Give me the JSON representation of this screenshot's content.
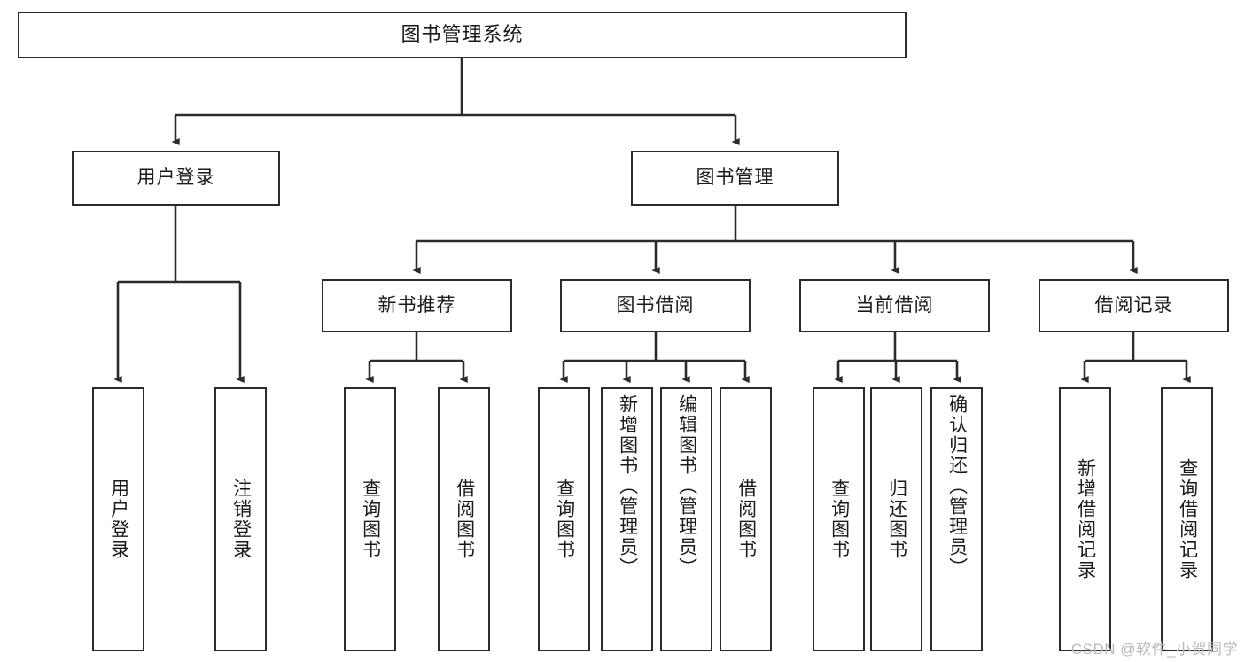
{
  "diagram": {
    "title": "图书管理系统",
    "type": "tree-hierarchy-diagram",
    "stroke_color": "#2b2b2b",
    "fill_color": "#ffffff",
    "text_color": "#1a1a1a",
    "watermark": "CSDN @软件_小贺同学"
  },
  "nodes": {
    "root": {
      "label": "图书管理系统"
    },
    "level2": [
      {
        "label": "用户登录"
      },
      {
        "label": "图书管理"
      }
    ],
    "level3": [
      {
        "label": "新书推荐"
      },
      {
        "label": "图书借阅"
      },
      {
        "label": "当前借阅"
      },
      {
        "label": "借阅记录"
      }
    ],
    "leaves": {
      "user_login": [
        {
          "label": "用户登录"
        },
        {
          "label": "注销登录"
        }
      ],
      "new_book_recommend": [
        {
          "label": "查询图书"
        },
        {
          "label": "借阅图书"
        }
      ],
      "book_borrow": [
        {
          "label": "查询图书"
        },
        {
          "label": "新增图书（管理员）"
        },
        {
          "label": "编辑图书（管理员）"
        },
        {
          "label": "借阅图书"
        }
      ],
      "current_borrow": [
        {
          "label": "查询图书"
        },
        {
          "label": "归还图书"
        },
        {
          "label": "确认归还（管理员）"
        }
      ],
      "borrow_record": [
        {
          "label": "新增借阅记录"
        },
        {
          "label": "查询借阅记录"
        }
      ]
    }
  }
}
